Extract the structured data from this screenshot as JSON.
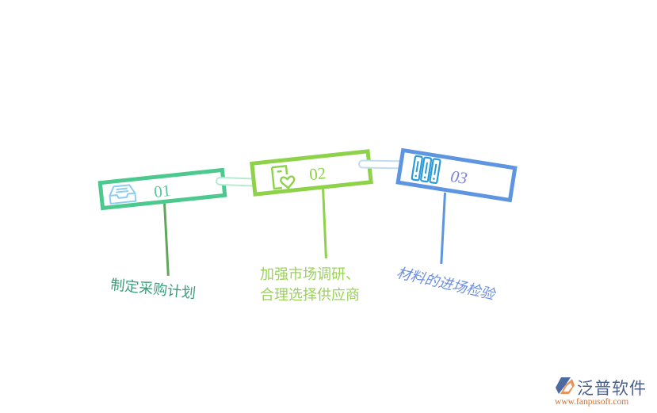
{
  "diagram": {
    "type": "process-steps",
    "steps": [
      {
        "number": "01",
        "label": "制定采购计划",
        "icon": "inbox-tray-icon",
        "colors": {
          "border": "#4cc98e",
          "number": "#5ac79a",
          "icon": "#8ecdf0",
          "stem": "#5fa85b",
          "label": "#3a9e7a"
        }
      },
      {
        "number": "02",
        "label_line1": "加强市场调研、",
        "label_line2": "合理选择供应商",
        "icon": "document-heart-icon",
        "colors": {
          "border": "#8ed24a",
          "number": "#8ed24a",
          "icon": "#8ed24a",
          "stem": "#8ed24a",
          "label": "#9bd25a"
        }
      },
      {
        "number": "03",
        "label": "材料的进场检验",
        "icon": "binders-icon",
        "colors": {
          "border": "#5e95e0",
          "number": "#7a7fd6",
          "icon": "#2a9bd8",
          "stem": "#5e95e0",
          "label": "#6a8fe0"
        }
      }
    ],
    "connectors": [
      {
        "from": "01",
        "to": "02",
        "color": "#b7ead2"
      },
      {
        "from": "02",
        "to": "03",
        "color": "#c2dcf2"
      }
    ]
  },
  "brand": {
    "name": "泛普软件",
    "url": "www.fanpusoft.com",
    "colors": {
      "name": "#4a5f8a",
      "url": "#c9743e",
      "mark_primary": "#4a6aa0",
      "mark_accent": "#e8935a"
    }
  }
}
